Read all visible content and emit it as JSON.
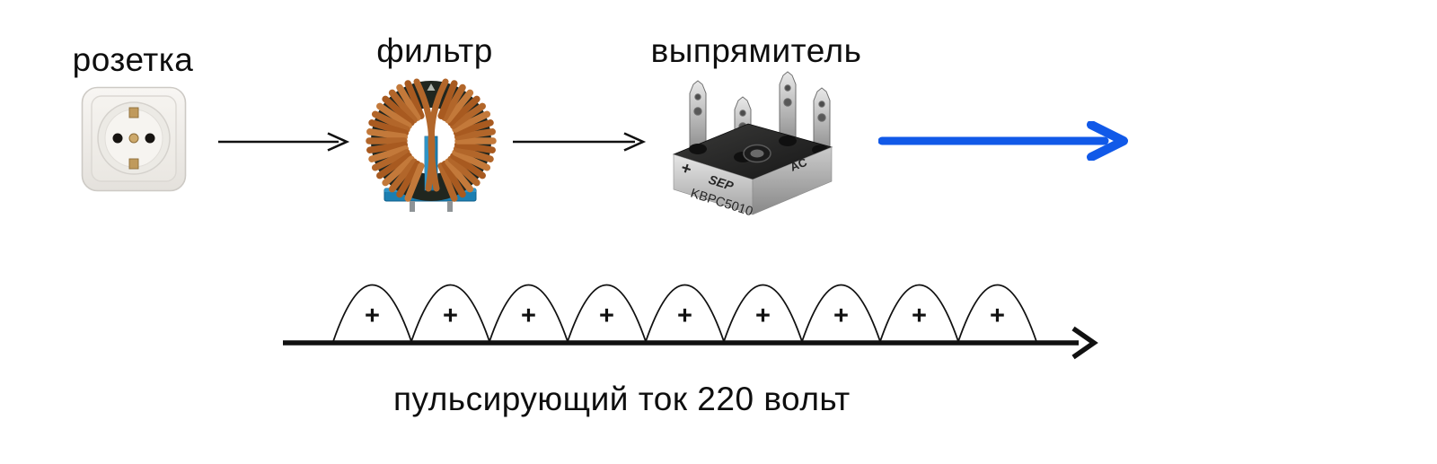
{
  "blocks": {
    "socket": {
      "label": "розетка"
    },
    "filter": {
      "label": "фильтр"
    },
    "rectifier": {
      "label": "выпрямитель",
      "markings": {
        "polarity": "+",
        "brand": "SEP",
        "model": "KBPC5010",
        "ac": "AC"
      }
    }
  },
  "colors": {
    "arrow_black": "#111111",
    "arrow_blue": "#1159e8",
    "waveform_black": "#111111",
    "copper": "#b2662a",
    "filter_base_blue": "#1b7fb2"
  },
  "waveform": {
    "type": "pulsating-dc-half-sine",
    "pulse_count": 9,
    "pulse_symbol": "+",
    "caption": "пульсирующий ток 220 вольт"
  }
}
